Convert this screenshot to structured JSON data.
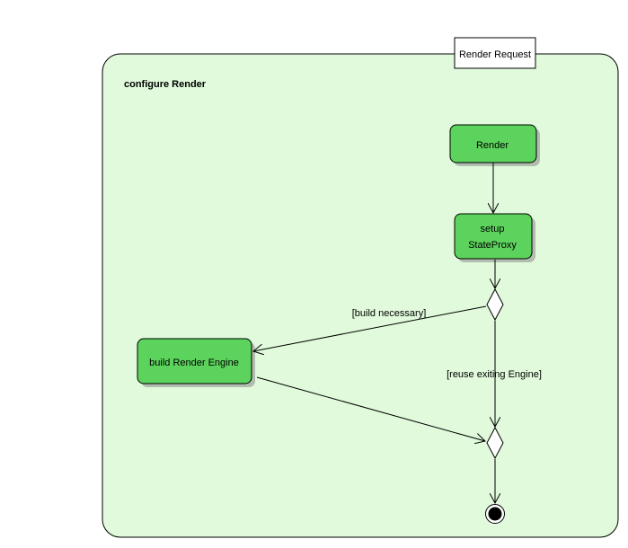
{
  "diagram": {
    "region_title": "configure Render",
    "parameter_box": "Render Request",
    "nodes": {
      "render": "Render",
      "setup_line1": "setup",
      "setup_line2": "StateProxy",
      "build_engine": "build Render Engine"
    },
    "guards": {
      "build_necessary": "[build necessary]",
      "reuse_engine": "[reuse exiting Engine]"
    },
    "colors": {
      "region_fill": "#e0fadb",
      "action_fill": "#5cd35c",
      "stroke": "#000000"
    }
  }
}
